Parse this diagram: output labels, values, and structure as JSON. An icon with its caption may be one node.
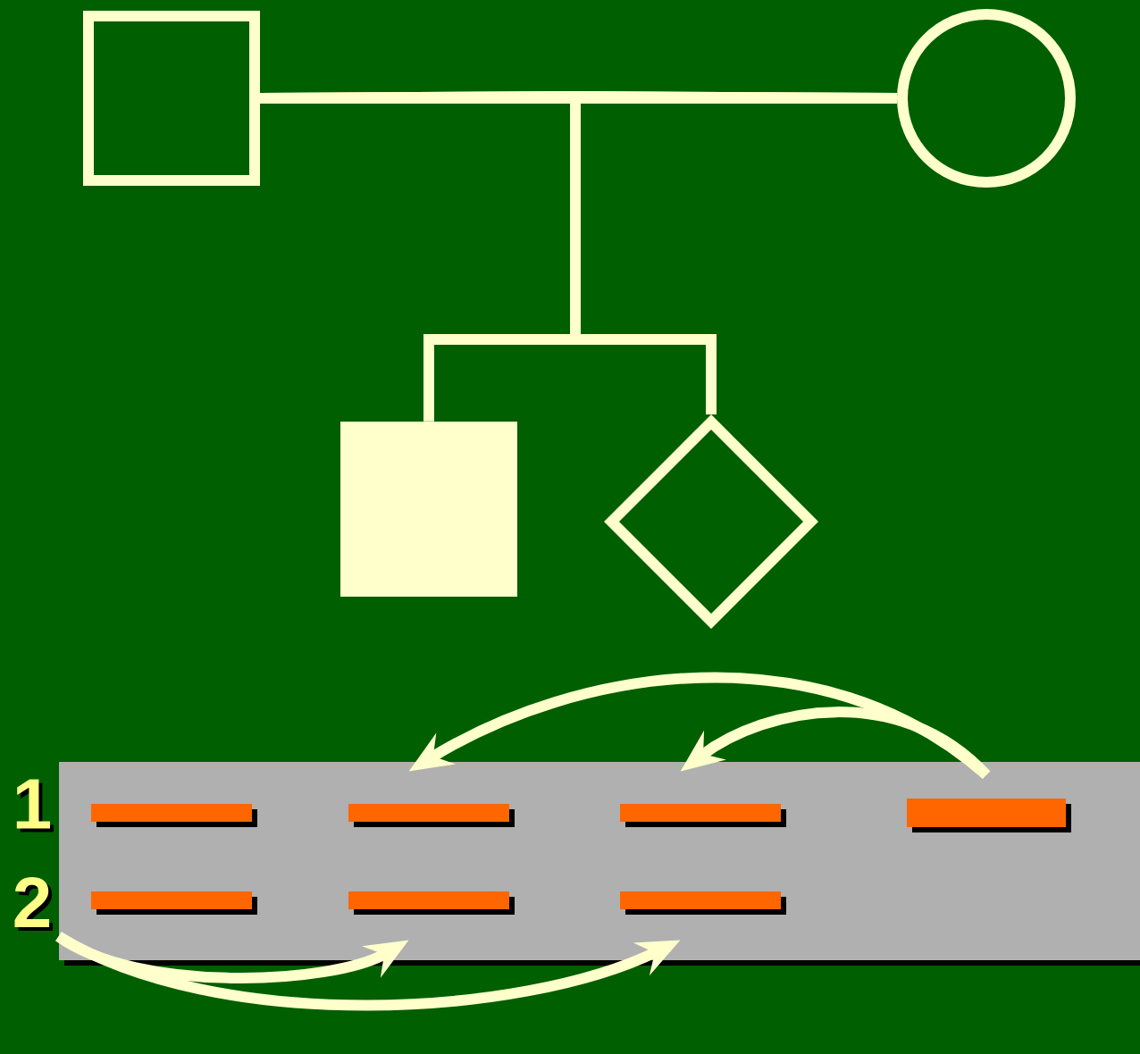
{
  "diagram": {
    "nodes": [
      {
        "text": [],
        "shape": "box"
      },
      {
        "text": [],
        "shape": "circle"
      },
      {
        "text": [],
        "shape": "box"
      },
      {
        "text": [],
        "shape": "diamond"
      },
      {
        "text": [],
        "shape": "box"
      },
      {
        "text": [],
        "shape": "bar",
        "in": 4
      },
      {
        "text": [],
        "shape": "bar",
        "in": 4
      },
      {
        "text": [],
        "shape": "bar",
        "in": 4
      },
      {
        "text": [],
        "shape": "bar",
        "in": 4
      },
      {
        "text": [],
        "shape": "bar",
        "in": 4
      },
      {
        "text": [],
        "shape": "bar",
        "in": 4
      },
      {
        "text": [],
        "shape": "bar",
        "in": 4
      }
    ],
    "edges": [
      {
        "from": 0,
        "to": 1,
        "arrow": "none"
      },
      {
        "from": 0,
        "to": 2,
        "arrow": "none"
      },
      {
        "from": 0,
        "to": 3,
        "arrow": "none"
      },
      {
        "from": 1,
        "to": 2,
        "arrow": "none"
      },
      {
        "from": 1,
        "to": 3,
        "arrow": "none"
      },
      {
        "from": 8,
        "to": 6,
        "arrow": "to"
      },
      {
        "from": 8,
        "to": 7,
        "arrow": "to"
      },
      {
        "from": 9,
        "to": 10,
        "arrow": "to"
      },
      {
        "from": 9,
        "to": 11,
        "arrow": "to"
      }
    ],
    "labels": [
      "1",
      "2"
    ]
  }
}
